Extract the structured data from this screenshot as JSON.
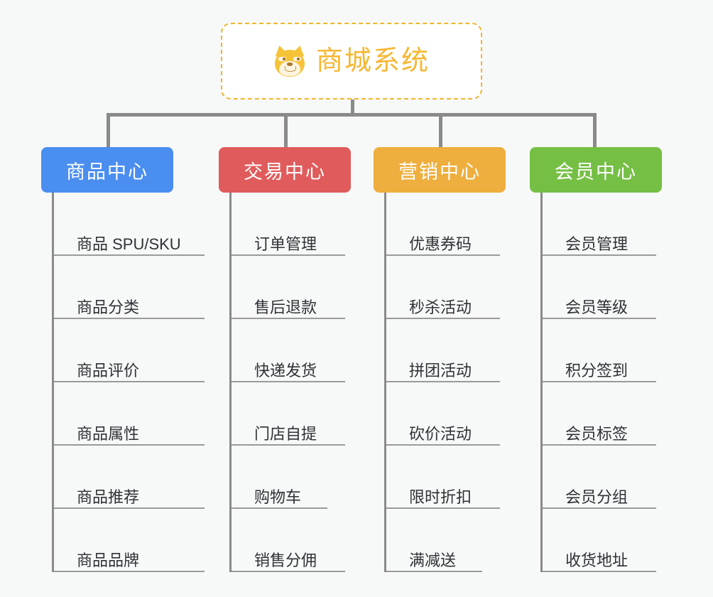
{
  "root": {
    "title": "商城系统",
    "icon": "shiba-dog-icon",
    "border_color": "#f0b62e",
    "text_color": "#f5b731",
    "background": "#ffffff"
  },
  "page": {
    "background": "#f7f8f8",
    "connector_color": "#8a8a8a",
    "leaf_text_color": "#2f3236",
    "leaf_rule_color": "#9a9a9a"
  },
  "columns": [
    {
      "title": "商品中心",
      "color": "#4a8ef0",
      "items": [
        {
          "label": "商品 SPU/SKU"
        },
        {
          "label": "商品分类"
        },
        {
          "label": "商品评价"
        },
        {
          "label": "商品属性"
        },
        {
          "label": "商品推荐"
        },
        {
          "label": "商品品牌"
        }
      ]
    },
    {
      "title": "交易中心",
      "color": "#e05c5c",
      "items": [
        {
          "label": "订单管理"
        },
        {
          "label": "售后退款"
        },
        {
          "label": "快递发货"
        },
        {
          "label": "门店自提"
        },
        {
          "label": "购物车",
          "short": true
        },
        {
          "label": "销售分佣"
        }
      ]
    },
    {
      "title": "营销中心",
      "color": "#eeaf3e",
      "items": [
        {
          "label": "优惠券码"
        },
        {
          "label": "秒杀活动"
        },
        {
          "label": "拼团活动"
        },
        {
          "label": "砍价活动"
        },
        {
          "label": "限时折扣"
        },
        {
          "label": "满减送",
          "short": true
        }
      ]
    },
    {
      "title": "会员中心",
      "color": "#76bf45",
      "items": [
        {
          "label": "会员管理"
        },
        {
          "label": "会员等级"
        },
        {
          "label": "积分签到"
        },
        {
          "label": "会员标签"
        },
        {
          "label": "会员分组"
        },
        {
          "label": "收货地址"
        }
      ]
    }
  ]
}
